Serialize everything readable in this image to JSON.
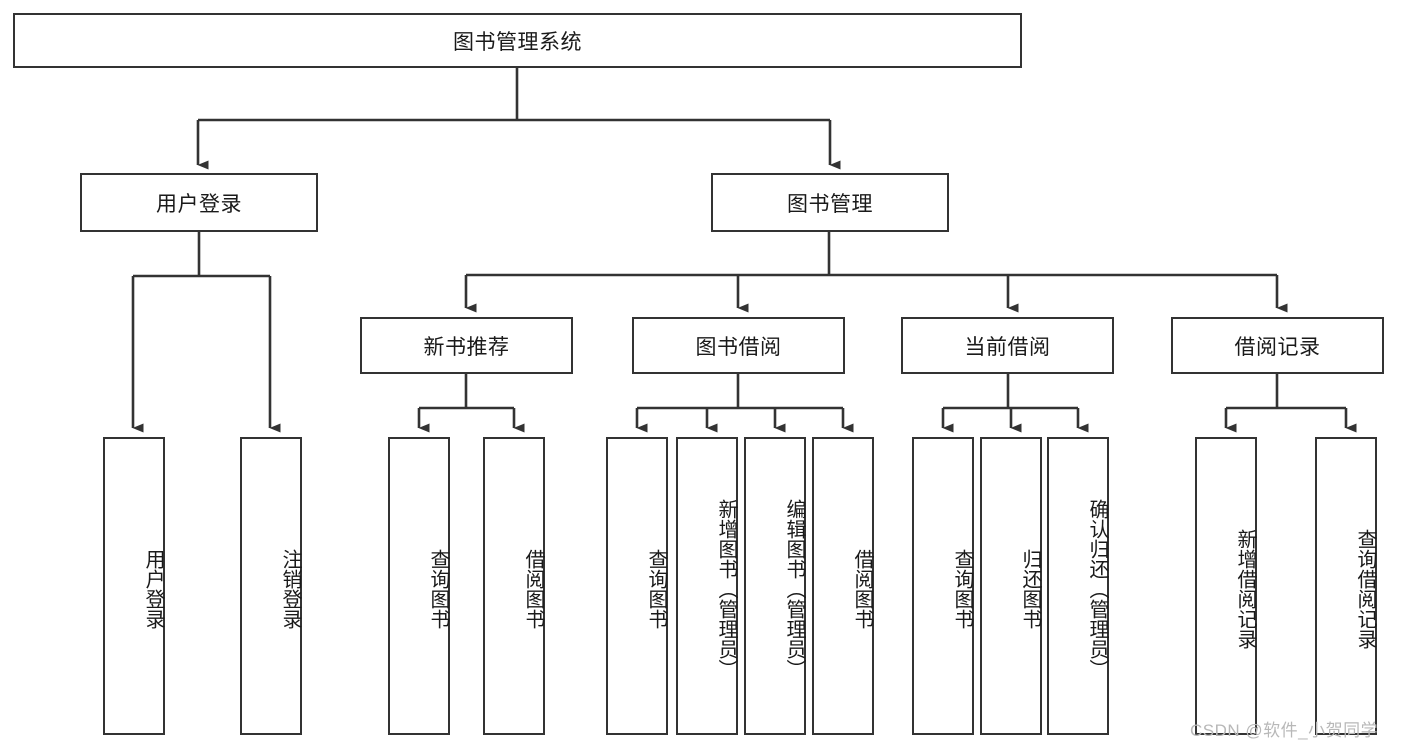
{
  "diagram": {
    "type": "hierarchy-tree",
    "title_node": {
      "label": "图书管理系统"
    },
    "level2": [
      {
        "label": "用户登录"
      },
      {
        "label": "图书管理"
      }
    ],
    "level3": [
      {
        "label": "新书推荐"
      },
      {
        "label": "图书借阅"
      },
      {
        "label": "当前借阅"
      },
      {
        "label": "借阅记录"
      }
    ],
    "leaves": {
      "user_login": [
        {
          "label": "用户登录"
        },
        {
          "label": "注销登录"
        }
      ],
      "new_book_recommend": [
        {
          "label": "查询图书"
        },
        {
          "label": "借阅图书"
        }
      ],
      "book_borrow": [
        {
          "label": "查询图书"
        },
        {
          "label": "新增图书（管理员）"
        },
        {
          "label": "编辑图书（管理员）"
        },
        {
          "label": "借阅图书"
        }
      ],
      "current_borrow": [
        {
          "label": "查询图书"
        },
        {
          "label": "归还图书"
        },
        {
          "label": "确认归还（管理员）"
        }
      ],
      "borrow_record": [
        {
          "label": "新增借阅记录"
        },
        {
          "label": "查询借阅记录"
        }
      ]
    }
  },
  "watermark": {
    "text": "CSDN @软件_小贺同学"
  },
  "colors": {
    "stroke": "#333333",
    "fill": "#ffffff",
    "text": "#1a1a1a",
    "watermark": "#b8b8b8"
  }
}
